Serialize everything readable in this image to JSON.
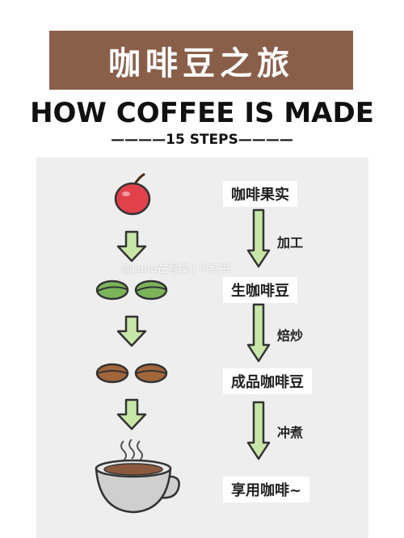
{
  "header": {
    "banner_title": "咖啡豆之旅",
    "title": "HOW COFFEE IS MADE",
    "subtitle": "————15 STEPS————"
  },
  "stages": [
    {
      "label": "咖啡果实",
      "icon": "coffee-cherry-icon"
    },
    {
      "label": "生咖啡豆",
      "icon": "green-beans-icon"
    },
    {
      "label": "成品咖啡豆",
      "icon": "roasted-beans-icon"
    },
    {
      "label": "享用咖啡~",
      "icon": "coffee-cup-icon"
    }
  ],
  "processes": [
    "加工",
    "焙炒",
    "冲煮"
  ],
  "watermark": "@Luna在看蝶 | 小红书",
  "colors": {
    "banner": "#8a5f4a",
    "panel": "#eeeeee",
    "arrow_fill": "#c8e6a8",
    "cherry": "#e0414a",
    "green_bean": "#7cb45a",
    "roasted_bean": "#a2663a",
    "cup": "#cfcfcf"
  }
}
